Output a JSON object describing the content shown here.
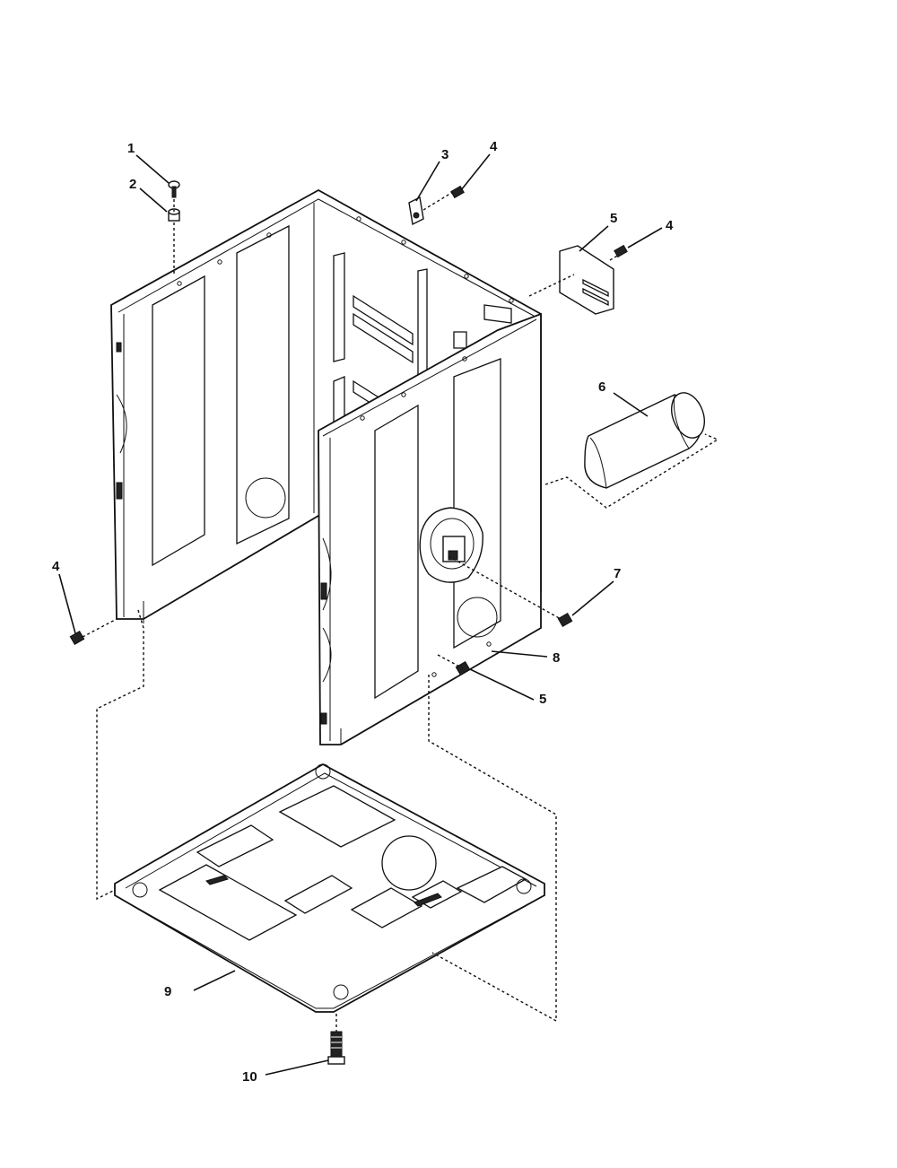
{
  "diagram": {
    "callouts": [
      {
        "key": "c1",
        "label": "1"
      },
      {
        "key": "c2",
        "label": "2"
      },
      {
        "key": "c3",
        "label": "3"
      },
      {
        "key": "c4a",
        "label": "4"
      },
      {
        "key": "c5a",
        "label": "5"
      },
      {
        "key": "c4b",
        "label": "4"
      },
      {
        "key": "c6",
        "label": "6"
      },
      {
        "key": "c4c",
        "label": "4"
      },
      {
        "key": "c7",
        "label": "7"
      },
      {
        "key": "c8",
        "label": "8"
      },
      {
        "key": "c5b",
        "label": "5"
      },
      {
        "key": "c9",
        "label": "9"
      },
      {
        "key": "c10",
        "label": "10"
      }
    ]
  }
}
